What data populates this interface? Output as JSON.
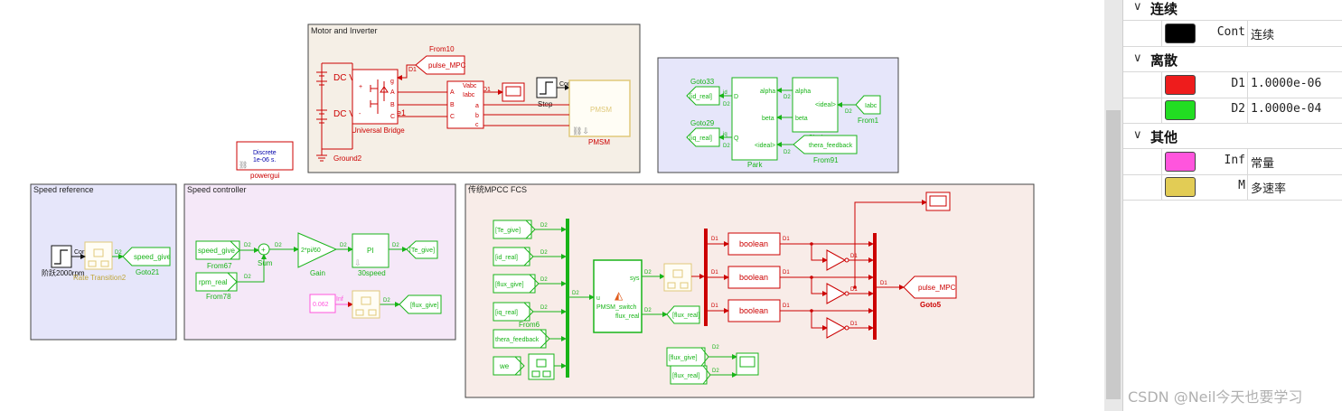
{
  "areas": {
    "motor": "Motor and Inverter",
    "speed_ref": "Speed reference",
    "speed_ctrl": "Speed controller",
    "mpcc": "传统MPCC FCS"
  },
  "motor": {
    "from10_tag": "pulse_MPC",
    "from10_name": "From10",
    "dc1": "DC V",
    "dc2": "DC V",
    "bridge_name": "Universal Bridge",
    "g": "g",
    "a": "A",
    "b": "B",
    "c": "C",
    "e1": "e1",
    "meas_vabc": "Vabc",
    "meas_iabc": "Iabc",
    "meas_a": "a",
    "meas_b": "b",
    "meas_c": "c",
    "meas_A": "A",
    "meas_B": "B",
    "meas_C": "C",
    "d1": "D1",
    "cont": "Cont",
    "step": "Step",
    "pmsm_label": "PMSM",
    "pmsm_name": "PMSM",
    "ground": "Ground2",
    "powergui_l1": "Discrete",
    "powergui_l2": "1e-06 s.",
    "powergui_name": "powergui"
  },
  "park": {
    "goto33": "Goto33",
    "goto29": "Goto29",
    "id_real": "[id_real]",
    "iq_real": "[iq_real]",
    "d2": "D2",
    "id": "id",
    "iq": "iq",
    "d": "D",
    "q": "Q",
    "alpha": "alpha",
    "beta": "beta",
    "ideal": "<ideal>",
    "park_name": "Park",
    "clark_name": "Clark",
    "iabc": "Iabc",
    "from1": "From1",
    "thera_feedback": "thera_feedback",
    "from91": "From91"
  },
  "speed_ref": {
    "step_label": "阶跃2000rpm",
    "cont": "Cont",
    "d2": "D2",
    "rate_trans": "Rate Transition2",
    "speed_give": "speed_give",
    "goto21": "Goto21"
  },
  "speed_ctrl": {
    "from67_tag": "speed_give",
    "from67": "From67",
    "from78_tag": "rpm_real",
    "from78": "From78",
    "sum": "Sum",
    "gain_val": "2*pi/60",
    "gain": "Gain",
    "pi_label": "PI",
    "pi_name": "30speed",
    "te_give": "[Te_give]",
    "const_val": "0.062",
    "inf": "Inf",
    "flux_give": "[flux_give]",
    "d2": "D2"
  },
  "mpcc": {
    "in_te": "[Te_give]",
    "in_id": "[id_real]",
    "in_flux": "[flux_give]",
    "in_iq": "[iq_real]",
    "from6": "From6",
    "in_thera": "thera_feedback",
    "in_we": "we",
    "fcn_u": "u",
    "fcn_sys": "sys",
    "fcn_name": "PMSM_switch",
    "fcn_flux": "flux_real",
    "flux_real": "[flux_real]",
    "boolean": "boolean",
    "d1": "D1",
    "d2": "D2",
    "goto5_tag": "pulse_MPC",
    "goto5": "Goto5",
    "scope_flux_give": "[flux_give]",
    "scope_flux_real": "[flux_real]"
  },
  "legend": {
    "groups": [
      {
        "name": "连续",
        "rows": [
          {
            "key": "Cont",
            "value": "连续",
            "color": "#000000"
          }
        ]
      },
      {
        "name": "离散",
        "rows": [
          {
            "key": "D1",
            "value": "1.0000e-06",
            "color": "#ee1c1c"
          },
          {
            "key": "D2",
            "value": "1.0000e-04",
            "color": "#22dd22"
          }
        ]
      },
      {
        "name": "其他",
        "rows": [
          {
            "key": "Inf",
            "value": "常量",
            "color": "#ff55dd"
          },
          {
            "key": "M",
            "value": "多速率",
            "color": "#e2cc55"
          }
        ]
      }
    ]
  },
  "watermark": "CSDN @Neil今天也要学习"
}
